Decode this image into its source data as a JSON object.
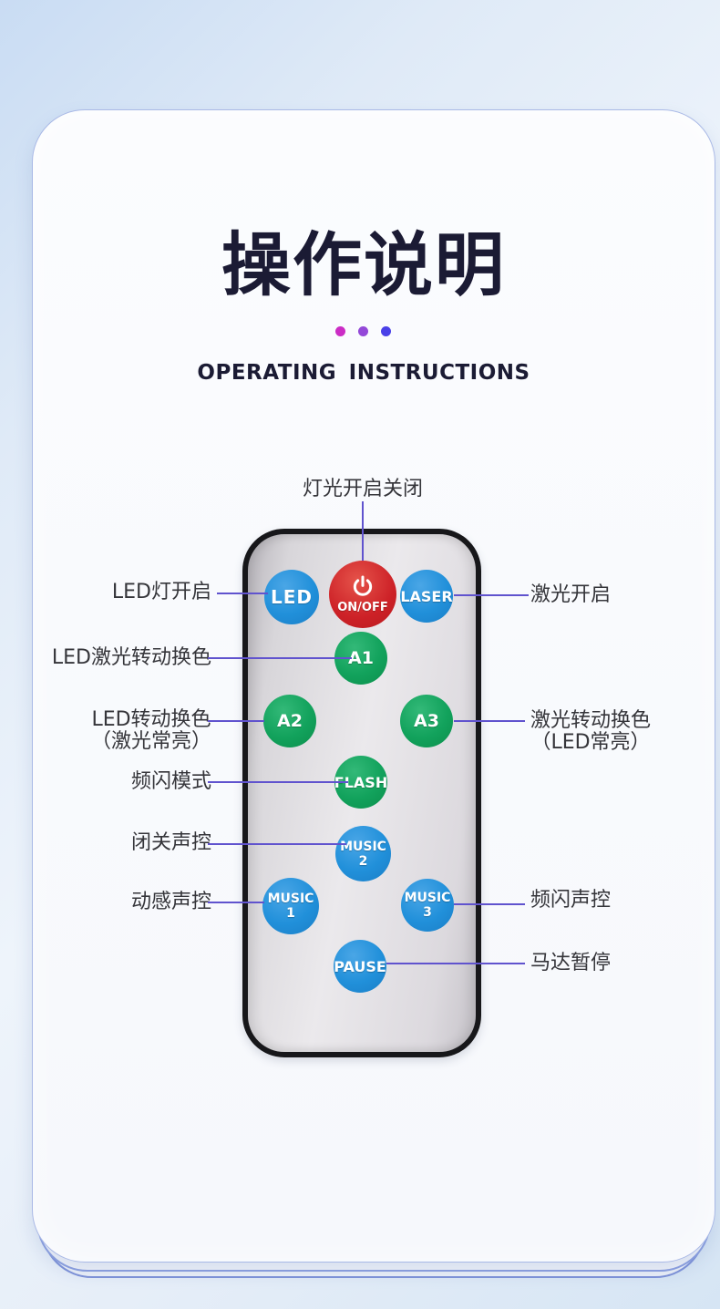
{
  "header": {
    "title": "操作说明",
    "subtitle": "OPERATING INSTRUCTIONS"
  },
  "diagram": {
    "top_callout": "灯光开启关闭",
    "left_callouts": [
      {
        "text": "LED灯开启"
      },
      {
        "text": "LED激光转动换色"
      },
      {
        "line1": "LED转动换色",
        "line2": "（激光常亮）"
      },
      {
        "text": "频闪模式"
      },
      {
        "text": "闭关声控"
      },
      {
        "text": "动感声控"
      }
    ],
    "right_callouts": [
      {
        "text": "激光开启"
      },
      {
        "line1": "激光转动换色",
        "line2": "（LED常亮）"
      },
      {
        "text": "频闪声控"
      },
      {
        "text": "马达暂停"
      }
    ]
  },
  "remote": {
    "buttons": {
      "led": {
        "label": "LED",
        "color": "#2190da"
      },
      "onoff": {
        "label": "ON/OFF",
        "color": "#cd2127",
        "icon": "power-icon"
      },
      "laser": {
        "label": "LASER",
        "color": "#2190da"
      },
      "a1": {
        "label": "A1",
        "color": "#12a25c"
      },
      "a2": {
        "label": "A2",
        "color": "#12a25c"
      },
      "a3": {
        "label": "A3",
        "color": "#12a25c"
      },
      "flash": {
        "label": "FLASH",
        "color": "#12a25c"
      },
      "music2": {
        "line1": "MUSIC",
        "line2": "2",
        "color": "#2190da"
      },
      "music1": {
        "line1": "MUSIC",
        "line2": "1",
        "color": "#2190da"
      },
      "music3": {
        "line1": "MUSIC",
        "line2": "3",
        "color": "#2190da"
      },
      "pause": {
        "label": "PAUSE",
        "color": "#2190da"
      }
    }
  },
  "colors": {
    "title_text": "#1b1b34",
    "label_text": "#35353a",
    "callout_line": "#6053ce",
    "dot_magenta": "#cb2cc5",
    "dot_purple": "#9348d8",
    "dot_blue": "#4940e8",
    "card_background": "#f8fafd",
    "remote_body": "#dcd9de",
    "remote_border": "#17171a",
    "page_gradient_start": "#c9dcf3",
    "page_gradient_end": "#d6e5f4"
  }
}
